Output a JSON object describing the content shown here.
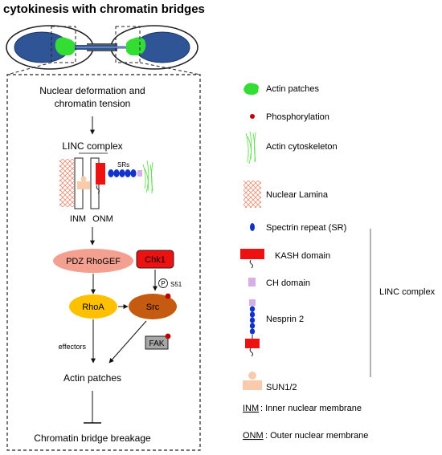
{
  "title": "cytokinesis with chromatin bridges",
  "flow": {
    "step1_line1": "Nuclear deformation and",
    "step1_line2": "chromatin tension",
    "linc_complex": "LINC complex",
    "srs_label": "SRs",
    "inm": "INM",
    "onm": "ONM",
    "pdz_rhogef": "PDZ RhoGEF",
    "chk1": "Chk1",
    "phospho_p": "P",
    "s51": "S51",
    "rhoa": "RhoA",
    "src": "Src",
    "fak": "FAK",
    "effectors": "effectors",
    "actin_patches": "Actin patches",
    "breakage": "Chromatin bridge breakage"
  },
  "legend": {
    "actin_patches": "Actin patches",
    "phosphorylation": "Phosphorylation",
    "actin_cytoskeleton": "Actin cytoskeleton",
    "nuclear_lamina": "Nuclear Lamina",
    "spectrin_repeat": "Spectrin repeat (SR)",
    "kash_domain": "KASH domain",
    "ch_domain": "CH domain",
    "nesprin2": "Nesprin 2",
    "sun12": "SUN1/2",
    "linc_group": "LINC complex",
    "inm_abbr": "INM",
    "inm_def": ": Inner nuclear membrane",
    "onm_abbr": "ONM",
    "onm_def": ": Outer nuclear membrane"
  },
  "colors": {
    "nucleus_blue": "#2f5597",
    "actin_green": "#33dd33",
    "phospho_red": "#c00000",
    "kash_red": "#ee1111",
    "spectrin_blue": "#1133cc",
    "ch_lilac": "#d4b0e6",
    "sun_peach": "#f8cbad",
    "lamina_salmon": "#e98d72",
    "pdz_salmon": "#f4a090",
    "rhoa_yellow": "#ffc000",
    "src_brown": "#c55a11",
    "fak_gray": "#a6a6a6"
  },
  "icons": [
    "actin-patch-icon",
    "phosphorylation-dot-icon",
    "actin-cytoskeleton-icon",
    "nuclear-lamina-icon",
    "spectrin-repeat-icon",
    "kash-domain-icon",
    "ch-domain-icon",
    "nesprin2-icon",
    "sun-icon"
  ]
}
